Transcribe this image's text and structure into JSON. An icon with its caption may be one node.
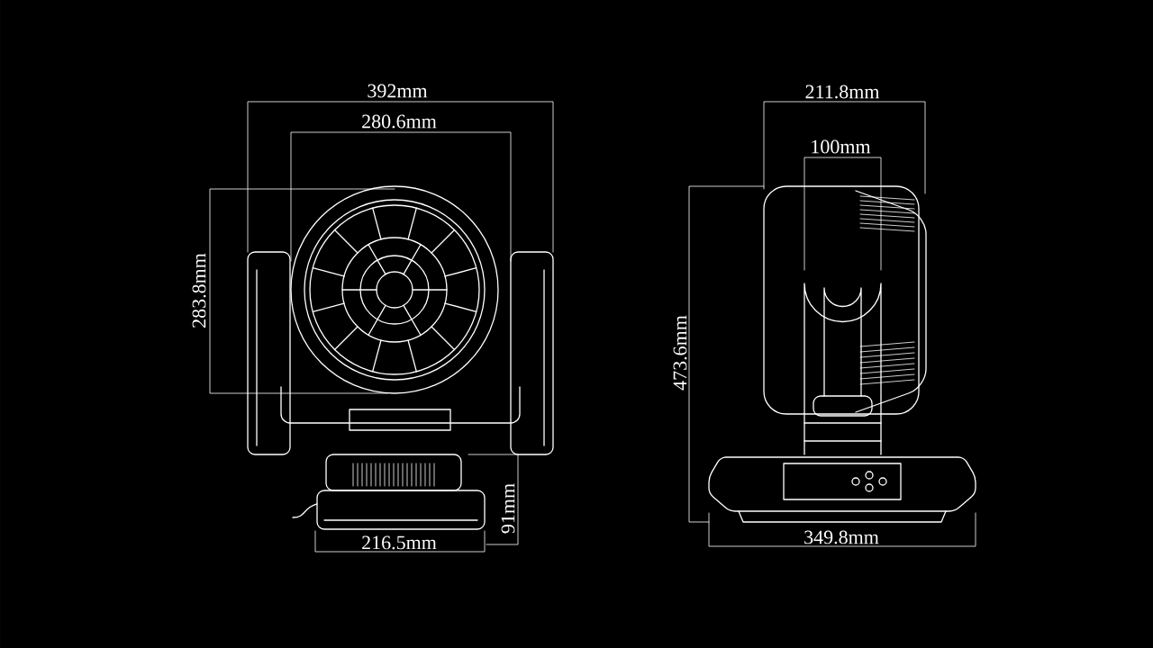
{
  "diagram": {
    "labels": [
      "392mm",
      "280.6mm",
      "283.8mm",
      "91mm",
      "216.5mm",
      "211.8mm",
      "100mm",
      "473.6mm",
      "349.8mm"
    ]
  }
}
